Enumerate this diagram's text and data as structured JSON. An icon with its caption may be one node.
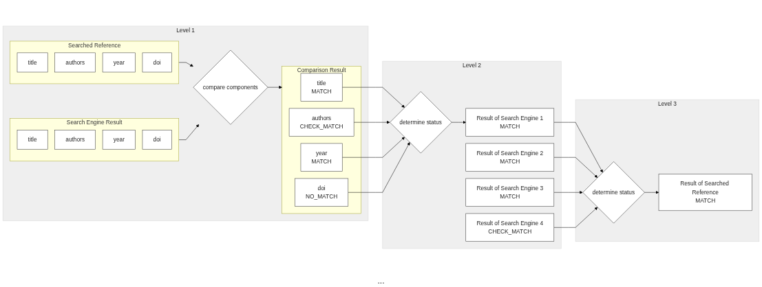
{
  "diagram": {
    "nodes": [
      {
        "text": [
          "Level 1"
        ]
      },
      {
        "text": [
          "Searched Reference"
        ],
        "in": 0
      },
      {
        "text": [
          "title"
        ],
        "in": 1
      },
      {
        "text": [
          "authors"
        ],
        "in": 1
      },
      {
        "text": [
          "year"
        ],
        "in": 1
      },
      {
        "text": [
          "doi"
        ],
        "in": 1
      },
      {
        "text": [
          "Search Engine Result"
        ],
        "in": 0
      },
      {
        "text": [
          "title"
        ],
        "in": 6
      },
      {
        "text": [
          "authors"
        ],
        "in": 6
      },
      {
        "text": [
          "year"
        ],
        "in": 6
      },
      {
        "text": [
          "doi"
        ],
        "in": 6
      },
      {
        "text": [
          "Comparison Result"
        ],
        "in": 0
      },
      {
        "text": [
          "title",
          "MATCH"
        ],
        "in": 11
      },
      {
        "text": [
          "authors",
          "CHECK_MATCH"
        ],
        "in": 11
      },
      {
        "text": [
          "year",
          "MATCH"
        ],
        "in": 11
      },
      {
        "text": [
          "doi",
          "NO_MATCH"
        ],
        "in": 11
      },
      {
        "text": [
          "compare components"
        ],
        "in": 0
      },
      {
        "text": [
          "Level 2"
        ]
      },
      {
        "text": [
          "determine status"
        ],
        "in": 17
      },
      {
        "text": [
          "Result of Search Engine 1",
          "MATCH"
        ],
        "in": 17
      },
      {
        "text": [
          "Result of Search Engine 2",
          "MATCH"
        ],
        "in": 17
      },
      {
        "text": [
          "Result of Search Engine 3",
          "MATCH"
        ],
        "in": 17
      },
      {
        "text": [
          "Result of Search Engine 4",
          "CHECK_MATCH"
        ],
        "in": 17
      },
      {
        "text": [
          "Level 3"
        ]
      },
      {
        "text": [
          "determine status"
        ],
        "in": 23
      },
      {
        "text": [
          "Result of Searched Reference",
          "MATCH"
        ],
        "in": 23
      }
    ],
    "edges": [
      {
        "from": 1,
        "to": 16,
        "arrow": "to"
      },
      {
        "from": 6,
        "to": 16,
        "arrow": "to"
      },
      {
        "from": 16,
        "to": 11,
        "arrow": "to"
      },
      {
        "from": 12,
        "to": 18,
        "arrow": "to"
      },
      {
        "from": 13,
        "to": 18,
        "arrow": "to"
      },
      {
        "from": 14,
        "to": 18,
        "arrow": "to"
      },
      {
        "from": 15,
        "to": 18,
        "arrow": "to"
      },
      {
        "from": 18,
        "to": 19,
        "arrow": "to"
      },
      {
        "from": 19,
        "to": 24,
        "arrow": "to"
      },
      {
        "from": 20,
        "to": 24,
        "arrow": "to"
      },
      {
        "from": 21,
        "to": 24,
        "arrow": "to"
      },
      {
        "from": 22,
        "to": 24,
        "arrow": "to"
      },
      {
        "from": 24,
        "to": 25,
        "arrow": "to"
      }
    ],
    "labels": [
      "..."
    ]
  }
}
